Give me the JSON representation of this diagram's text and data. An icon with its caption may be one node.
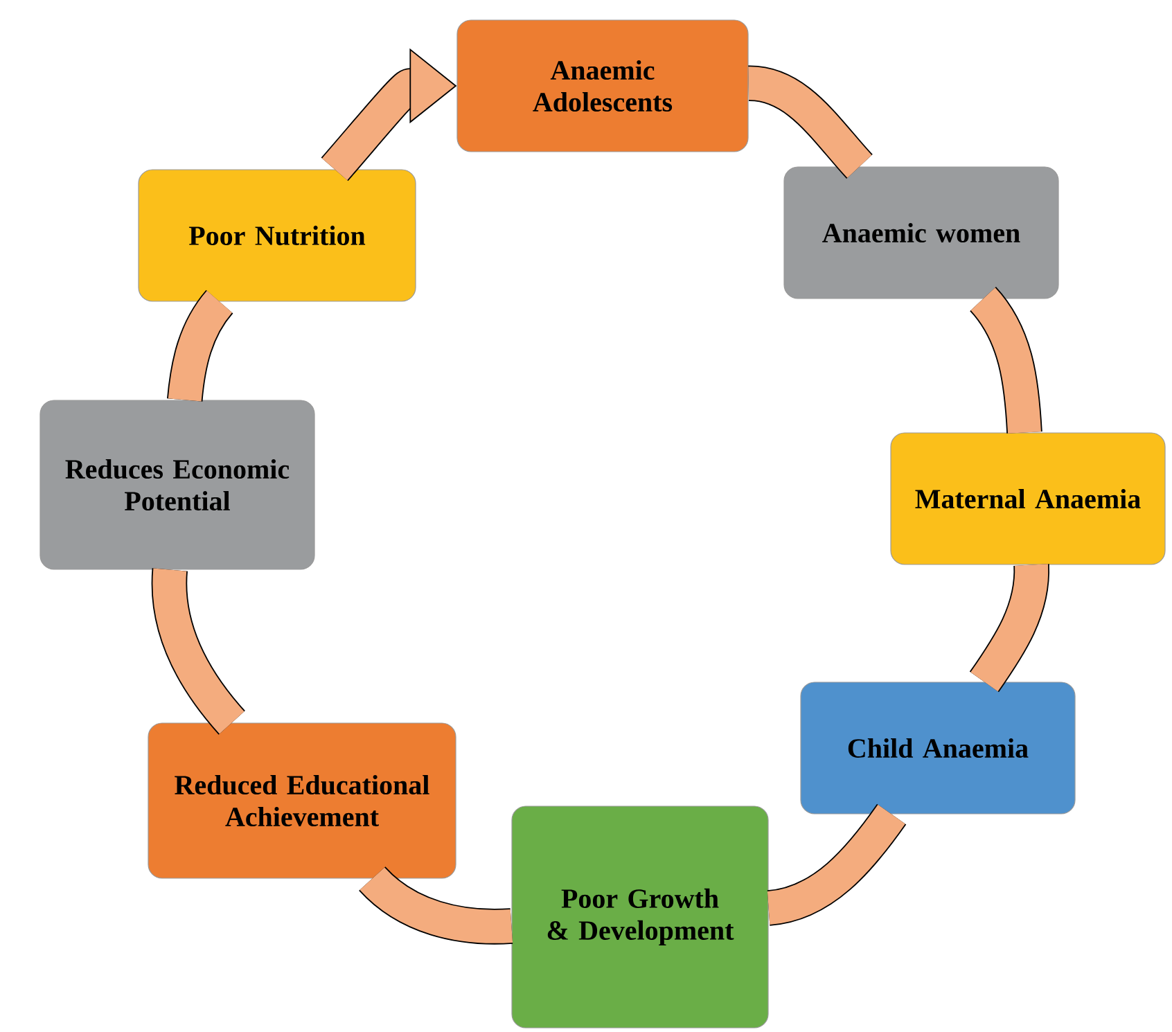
{
  "diagram": {
    "nodes": [
      {
        "text": [
          "Anaemic Adolescents"
        ]
      },
      {
        "text": [
          "Anaemic women"
        ]
      },
      {
        "text": [
          "Maternal Anaemia"
        ]
      },
      {
        "text": [
          "Child Anaemia"
        ]
      },
      {
        "text": [
          "Poor Growth & Development"
        ]
      },
      {
        "text": [
          "Reduced Educational Achievement"
        ]
      },
      {
        "text": [
          "Reduces Economic Potential"
        ]
      },
      {
        "text": [
          "Poor Nutrition"
        ]
      }
    ],
    "edges": [
      {
        "from": 0,
        "to": 1,
        "arrow": "none"
      },
      {
        "from": 1,
        "to": 2,
        "arrow": "none"
      },
      {
        "from": 2,
        "to": 3,
        "arrow": "none"
      },
      {
        "from": 3,
        "to": 4,
        "arrow": "none"
      },
      {
        "from": 4,
        "to": 5,
        "arrow": "none"
      },
      {
        "from": 5,
        "to": 6,
        "arrow": "none"
      },
      {
        "from": 6,
        "to": 7,
        "arrow": "none"
      },
      {
        "from": 7,
        "to": 0,
        "arrow": "to"
      }
    ]
  }
}
